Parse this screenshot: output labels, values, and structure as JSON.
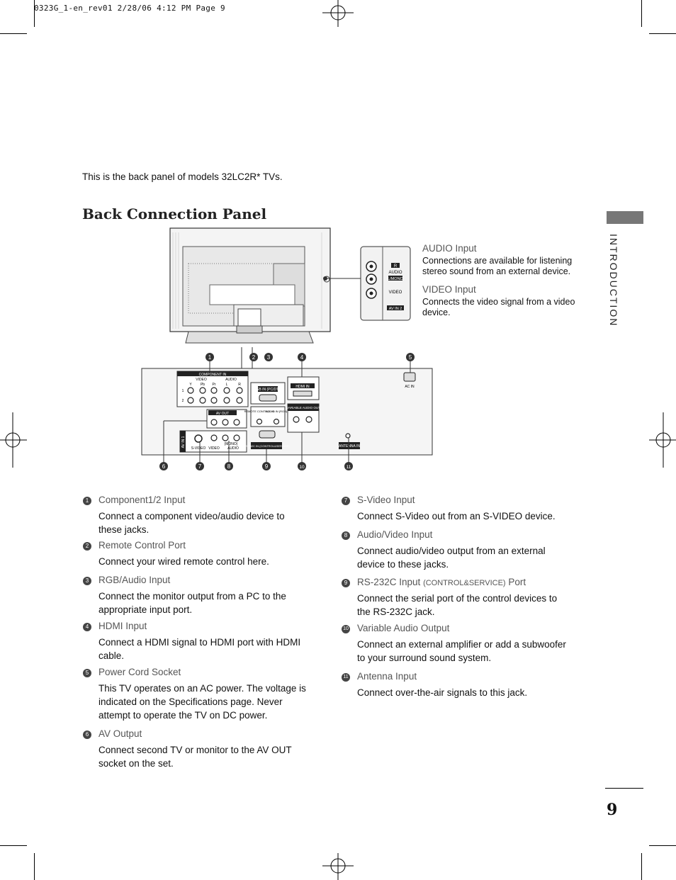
{
  "header": {
    "print_info": "0323G_1-en_rev01  2/28/06  4:12 PM  Page 9"
  },
  "intro": {
    "text": "This is the back panel of models 32LC2R* TVs."
  },
  "section": {
    "title": "Back Connection Panel",
    "side_label": "INTRODUCTION"
  },
  "callouts": {
    "audio_title": "AUDIO Input",
    "audio_desc": "Connections are available for listening stereo sound from an external device.",
    "video_title": "VIDEO Input",
    "video_desc": "Connects the video signal from a video device."
  },
  "diagram": {
    "markers": [
      "1",
      "2",
      "3",
      "4",
      "5",
      "6",
      "7",
      "8",
      "9",
      "10",
      "11"
    ],
    "labels": {
      "component_in": "COMPONENT IN",
      "video": "VIDEO",
      "audio": "AUDIO",
      "y": "Y",
      "pb": "Pb",
      "pr": "Pr",
      "l": "L",
      "r": "R",
      "row1": "1",
      "row2": "2",
      "av_out": "AV OUT",
      "rgb_in": "RGB IN (PC/DTV)",
      "hdmi_in": "HDMI IN",
      "remote_control_in": "REMOTE CONTROL IN",
      "audio_in_rgb": "AUDIO IN (RGB)",
      "variable_audio_out": "VARIABLE AUDIO OUT",
      "av_in_1": "AV IN 1",
      "s_video": "S-VIDEO",
      "mono": "(MONO)",
      "rs232c_in": "RS-232C IN (CONTROL&SERVICE)",
      "antenna_in": "ANTENNA IN",
      "ac_in": "AC IN",
      "side_r": "R",
      "side_audio": "AUDIO",
      "side_l_mono": "L/MONO",
      "side_video": "VIDEO",
      "side_av_in_2": "AV IN 2"
    }
  },
  "left_items": [
    {
      "num": "1",
      "title": "Component1/2 Input",
      "desc": "Connect a component video/audio device to these jacks."
    },
    {
      "num": "2",
      "title": "Remote Control Port",
      "desc": "Connect your wired remote control here."
    },
    {
      "num": "3",
      "title": "RGB/Audio Input",
      "desc": "Connect the monitor output from a PC to the appropriate input port."
    },
    {
      "num": "4",
      "title": "HDMI Input",
      "desc": "Connect a HDMI signal to HDMI port with HDMI cable."
    },
    {
      "num": "5",
      "title": "Power Cord Socket",
      "desc": "This TV operates on an AC power. The voltage is indicated on the Specifications page. Never attempt to operate the TV on DC power."
    },
    {
      "num": "6",
      "title": "AV Output",
      "desc": "Connect second TV or monitor to the AV OUT socket on the set."
    }
  ],
  "right_items": [
    {
      "num": "7",
      "title": "S-Video Input",
      "desc": "Connect S-Video out from an S-VIDEO device."
    },
    {
      "num": "8",
      "title": "Audio/Video Input",
      "desc": "Connect audio/video output from an external device to these jacks."
    },
    {
      "num": "9",
      "title_a": "RS-232C Input ",
      "title_b": "(CONTROL&SERVICE)",
      "title_c": " Port",
      "desc": "Connect the serial port of the control devices to the RS-232C jack."
    },
    {
      "num": "10",
      "title": "Variable Audio Output",
      "desc": "Connect an external amplifier or add a subwoofer to your surround sound system."
    },
    {
      "num": "11",
      "title": "Antenna Input",
      "desc": "Connect over-the-air signals to this jack."
    }
  ],
  "footer": {
    "page_number": "9"
  }
}
